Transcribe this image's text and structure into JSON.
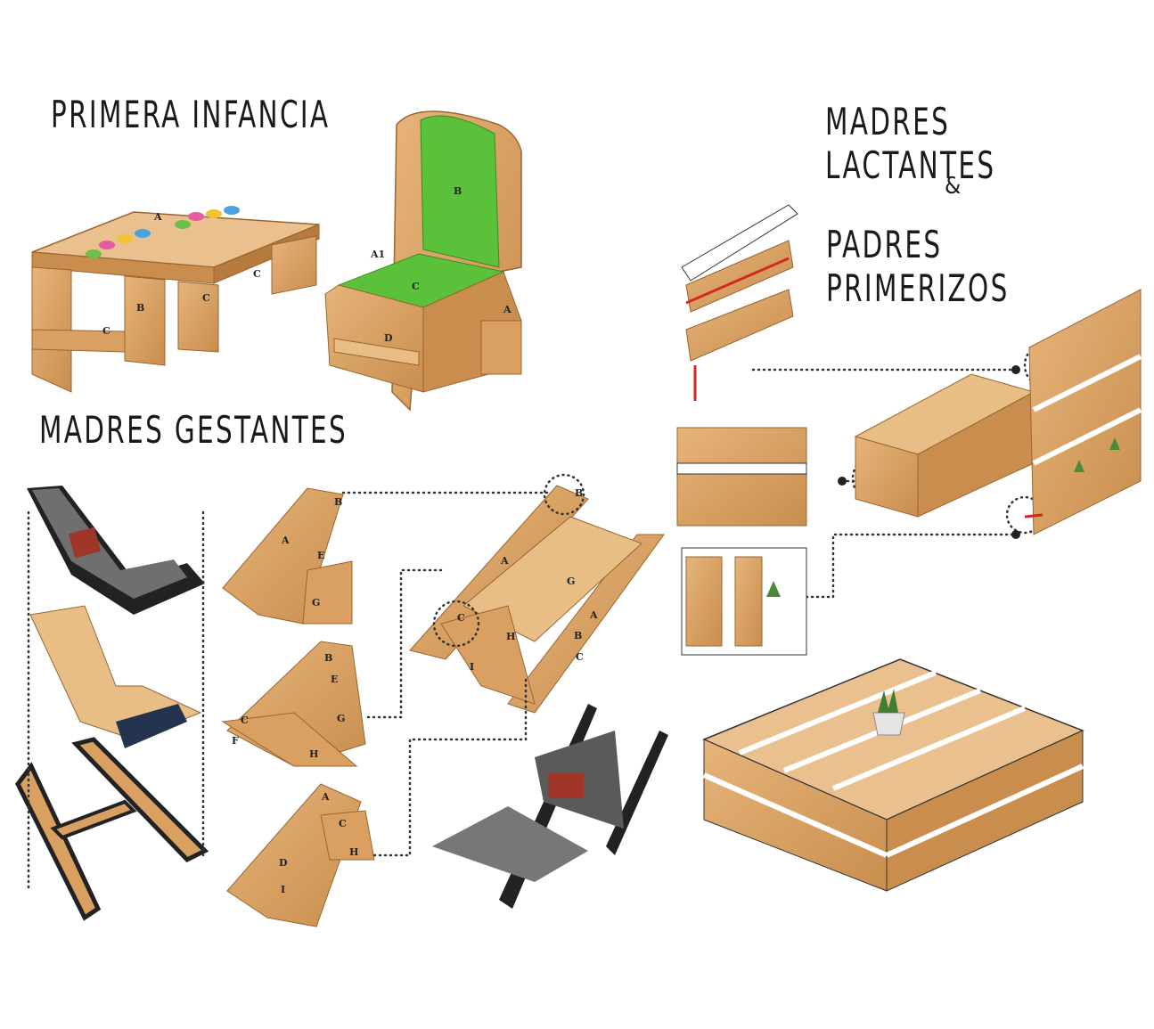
{
  "headings": {
    "primera_infancia": "PRIMERA INFANCIA",
    "madres_gestantes": "MADRES GESTANTES",
    "madres_lactantes": "MADRES LACTANTES",
    "ampersand": "&",
    "padres_primerizos": "PADRES PRIMERIZOS"
  },
  "part_labels": {
    "table": [
      "A",
      "B",
      "C",
      "C",
      "C"
    ],
    "chair": [
      "A1",
      "B",
      "C",
      "D",
      "A"
    ],
    "step1": [
      "A",
      "B",
      "E",
      "G"
    ],
    "step2": [
      "B",
      "E",
      "C",
      "G",
      "F",
      "H"
    ],
    "step3": [
      "A",
      "C",
      "D",
      "H",
      "I"
    ],
    "lounger": [
      "A",
      "B",
      "G",
      "C",
      "H",
      "I",
      "A",
      "B",
      "C"
    ]
  },
  "colors": {
    "wood": "#d9a062",
    "wood_dark": "#b57a3c",
    "wood_light": "#e8bd86",
    "seat_green": "#5cc13a",
    "dotted": "#333333",
    "accent_red": "#d42a1e"
  }
}
